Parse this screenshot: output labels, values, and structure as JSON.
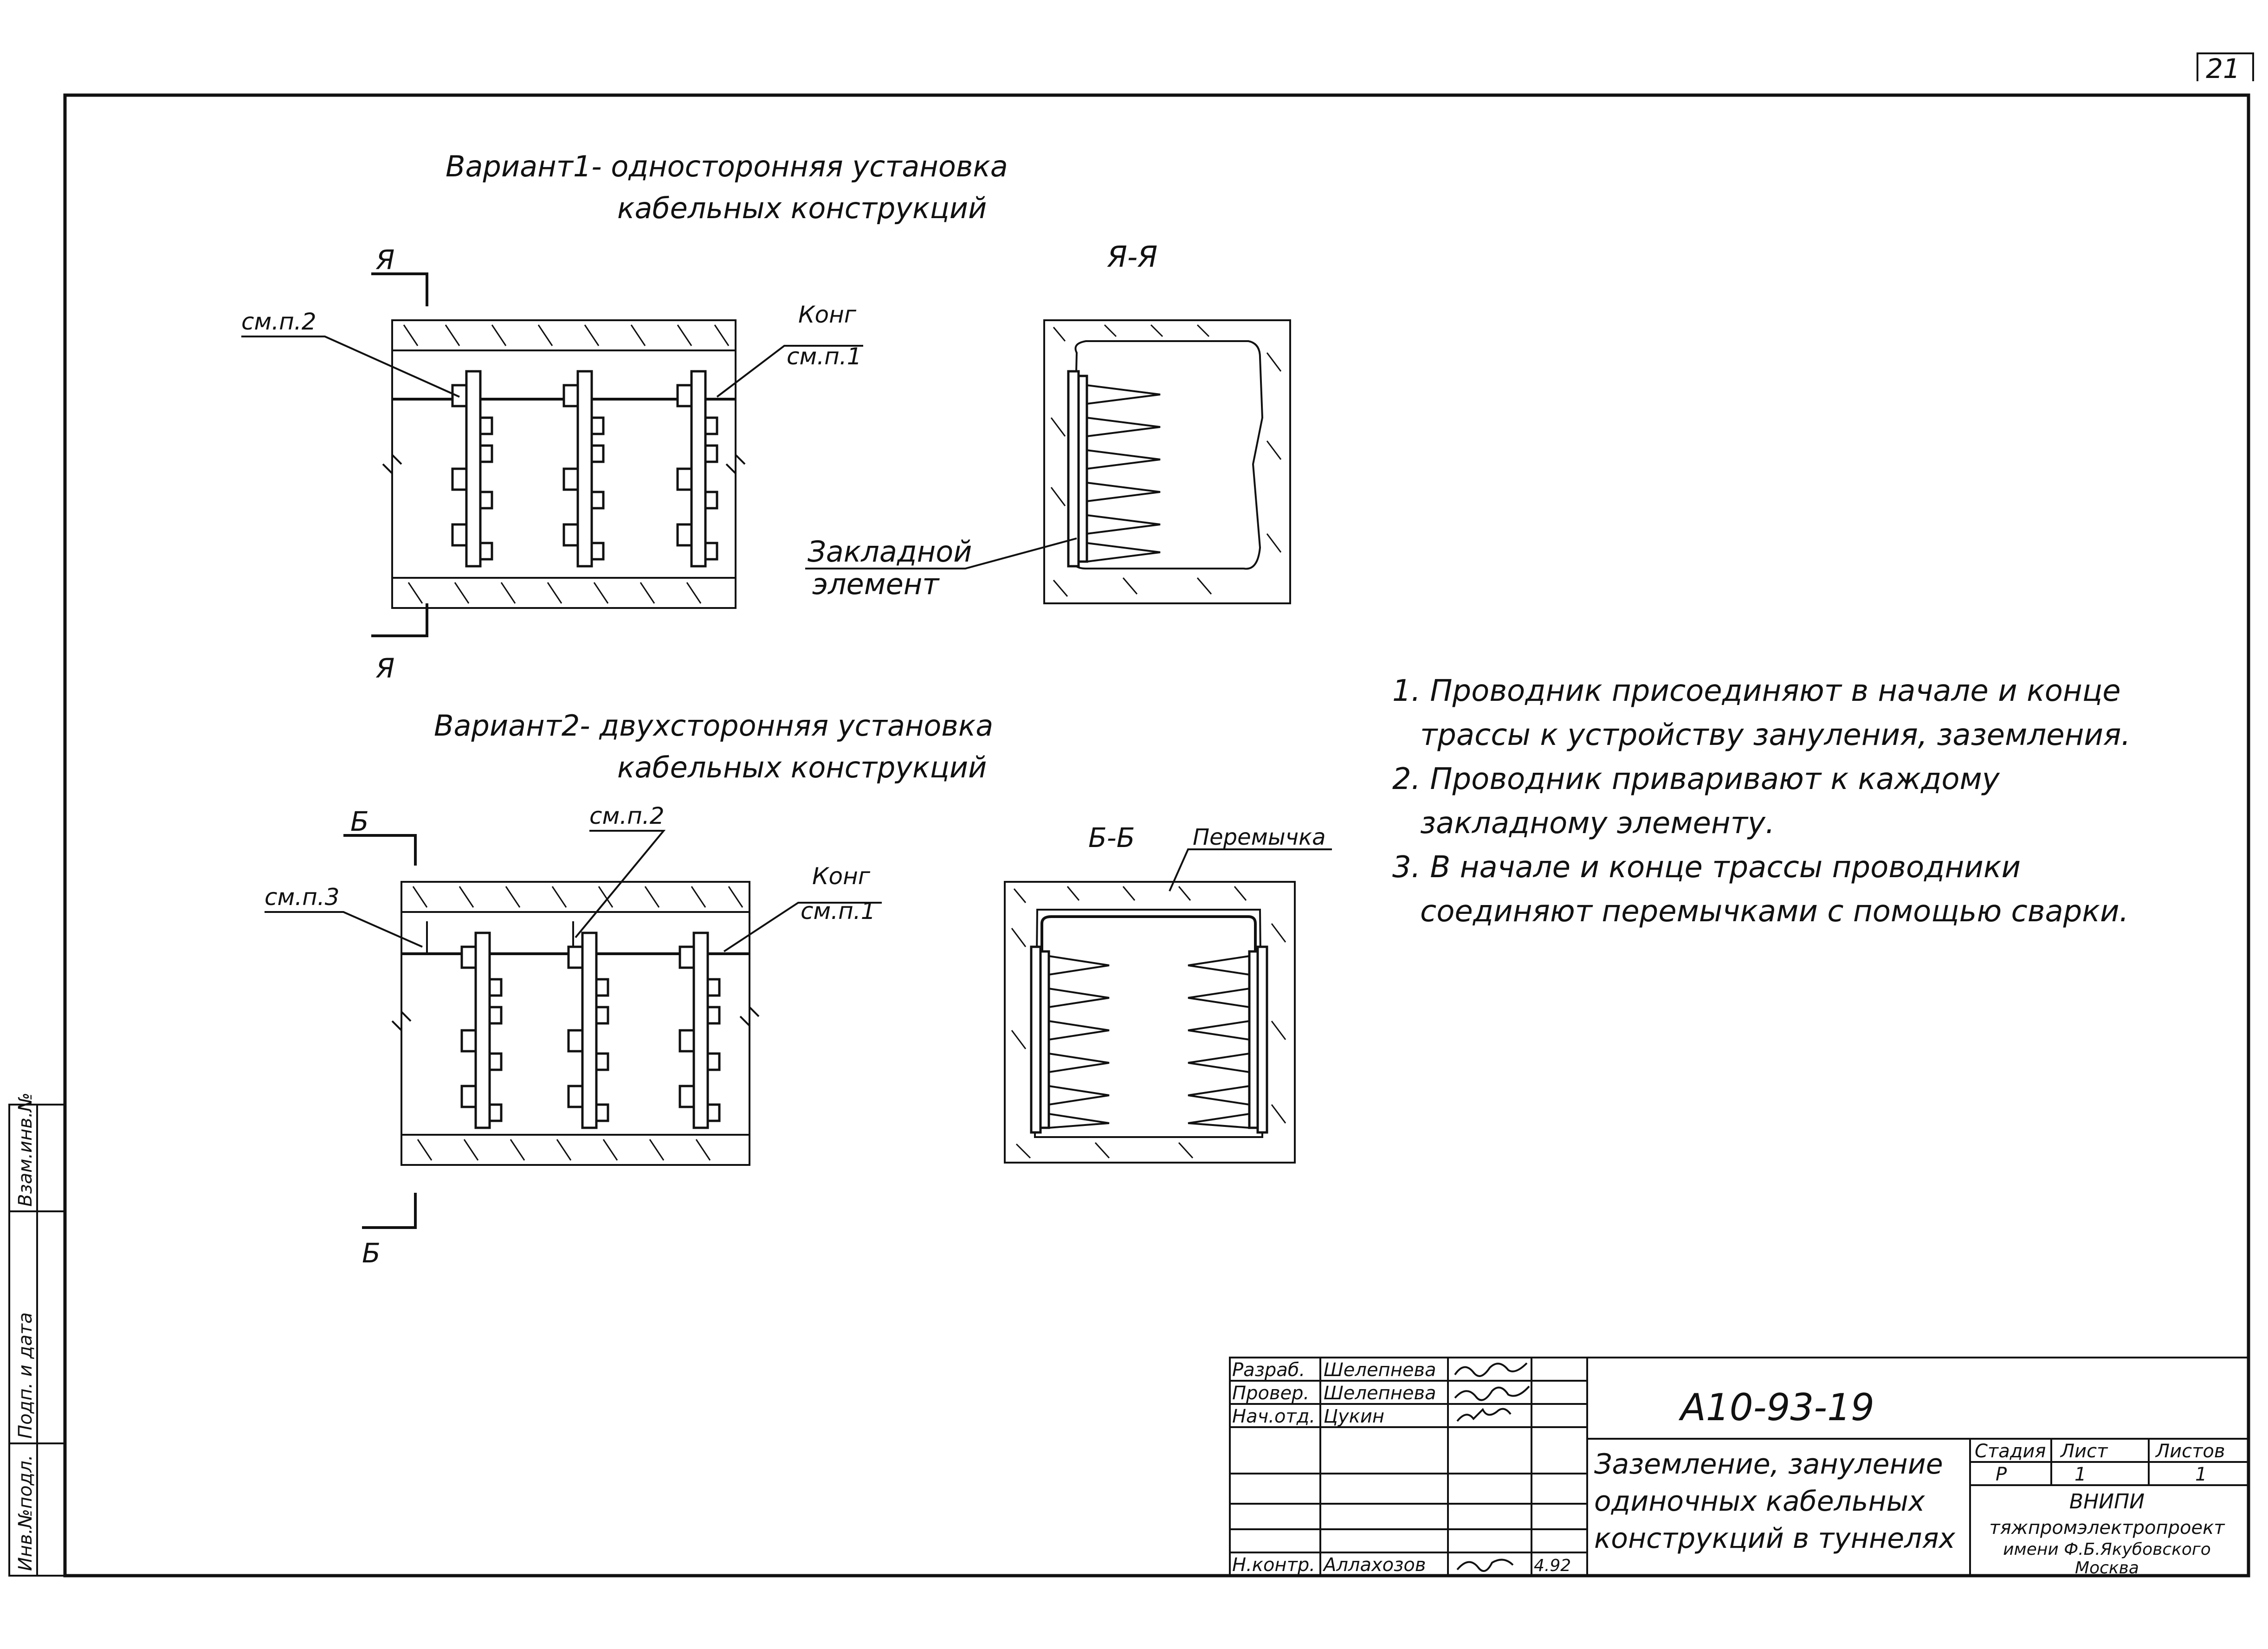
{
  "sheet_number": "21",
  "variant1": {
    "title_line1": "Вариант1- односторонняя установка",
    "title_line2": "кабельных конструкций",
    "section_mark": "Я",
    "section_label": "Я-Я",
    "ref_left": "см.п.2",
    "ref_right_top": "Конг",
    "ref_right": "см.п.1",
    "embedded_line1": "Закладной",
    "embedded_line2": "элемент"
  },
  "variant2": {
    "title_line1": "Вариант2- двухсторонняя установка",
    "title_line2": "кабельных конструкций",
    "section_mark": "Б",
    "section_label": "Б-Б",
    "jumper_label": "Перемычка",
    "ref_top": "см.п.2",
    "ref_left": "см.п.3",
    "ref_right_top": "Конг",
    "ref_right": "см.п.1"
  },
  "notes": [
    "1. Проводник присоединяют в начале и конце",
    "трассы к устройству зануления, заземления.",
    "2. Проводник приваривают к каждому",
    "закладному элементу.",
    "3. В начале и конце трассы проводники",
    "соединяют перемычками с помощью сварки."
  ],
  "side_stamp": [
    "Инв.№подл.",
    "Подп. и дата",
    "Взам.инв.№"
  ],
  "title_block": {
    "rows": [
      {
        "role": "Разраб.",
        "name": "Шелепнева"
      },
      {
        "role": "Провер.",
        "name": "Шелепнева"
      },
      {
        "role": "Нач.отд.",
        "name": "Цукин"
      },
      {
        "role": "",
        "name": ""
      },
      {
        "role": "",
        "name": ""
      },
      {
        "role": "",
        "name": ""
      },
      {
        "role": "Н.контр.",
        "name": "Аллахозов"
      }
    ],
    "date_last": "4.92",
    "doc_code": "А10-93-19",
    "title_line1": "Заземление, зануление",
    "title_line2": "одиночных кабельных",
    "title_line3": "конструкций в туннелях",
    "stage_header": "Стадия",
    "sheet_header": "Лист",
    "sheets_header": "Листов",
    "stage": "Р",
    "sheet": "1",
    "sheets": "1",
    "org_line1": "ВНИПИ",
    "org_line2": "тяжпромэлектропроект",
    "org_line3": "имени Ф.Б.Якубовского",
    "org_line4": "Москва"
  }
}
